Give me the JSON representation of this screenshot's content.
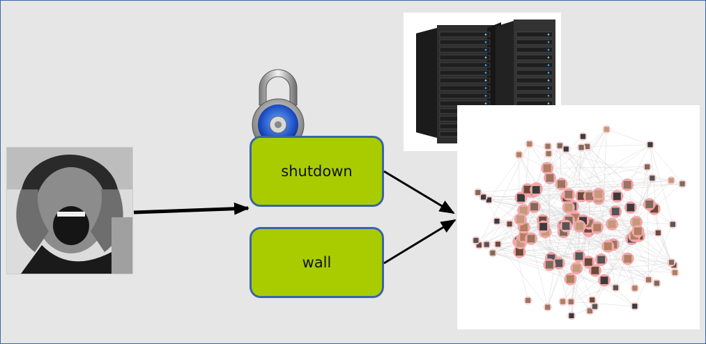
{
  "commands": {
    "shutdown_label": "shutdown",
    "wall_label": "wall"
  },
  "colors": {
    "background": "#e6e6e6",
    "box_fill": "#a9cc00",
    "box_border": "#3c63a8",
    "node_halo": "#f2a6aa",
    "arrow": "#000000"
  },
  "icons": [
    "shouting-person-photo",
    "padlock-icon",
    "server-rack-icon",
    "social-network-graph"
  ]
}
